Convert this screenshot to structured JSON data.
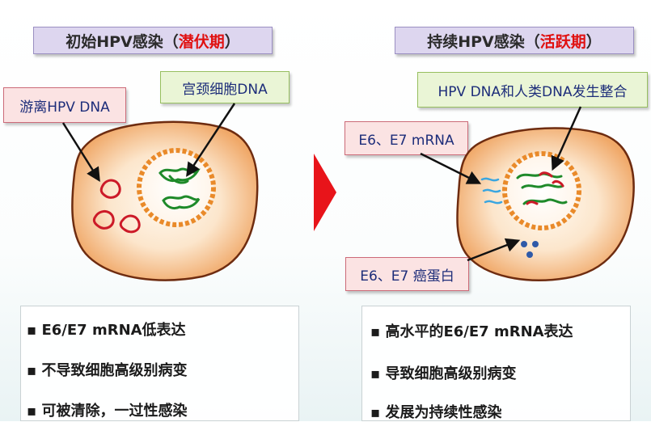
{
  "left": {
    "title_main": "初始HPV感染（",
    "title_highlight": "潜伏期",
    "title_end": "）",
    "label_episomal": "游离HPV DNA",
    "label_host_dna": "宫颈细胞DNA",
    "bullets": [
      "▪ E6/E7 mRNA低表达",
      "▪ 不导致细胞高级别病变",
      "▪ 可被清除，一过性感染"
    ]
  },
  "right": {
    "title_main": "持续HPV感染（",
    "title_highlight": "活跃期",
    "title_end": "）",
    "label_integration": "HPV DNA和人类DNA发生整合",
    "label_mrna": "E6、E7 mRNA",
    "label_oncoprotein": "E6、E7 癌蛋白",
    "bullets": [
      "▪ 高水平的E6/E7 mRNA表达",
      "▪ 导致细胞高级别病变",
      "▪ 发展为持续性感染"
    ]
  },
  "colors": {
    "highlight": "#e01010",
    "cell_fill": "#f5c492",
    "cell_border": "#6e2c10",
    "arrow": "#e8141a",
    "host_dna": "#1e8a2a",
    "episome": "#cc1a28",
    "mrna": "#3aa6e0",
    "protein": "#2f5aa8"
  }
}
